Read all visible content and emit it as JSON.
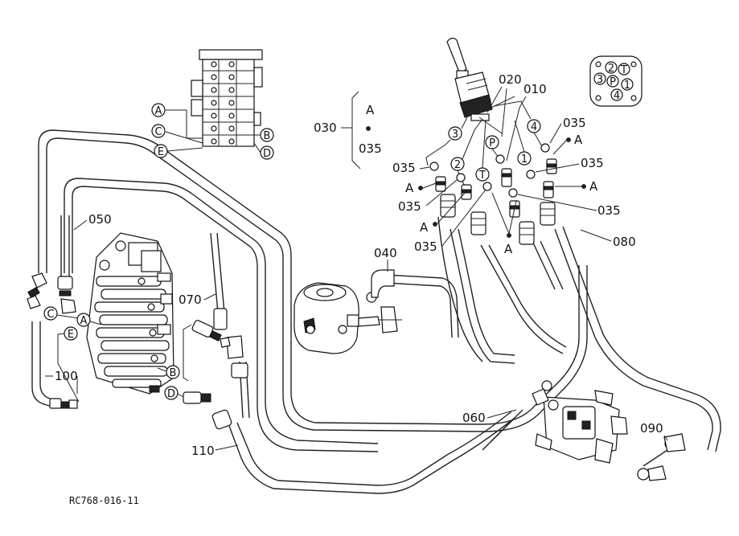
{
  "parts": {
    "p010": "010",
    "p020": "020",
    "p030": "030",
    "p035": "035",
    "p040": "040",
    "p050": "050",
    "p060": "060",
    "p070": "070",
    "p080": "080",
    "p090": "090",
    "p100": "100",
    "p110": "110"
  },
  "ports": {
    "A": "A",
    "B": "B",
    "C": "C",
    "D": "D",
    "E": "E",
    "P": "P",
    "T": "T",
    "n1": "1",
    "n2": "2",
    "n3": "3",
    "n4": "4"
  },
  "caption": "RC768-016-11"
}
